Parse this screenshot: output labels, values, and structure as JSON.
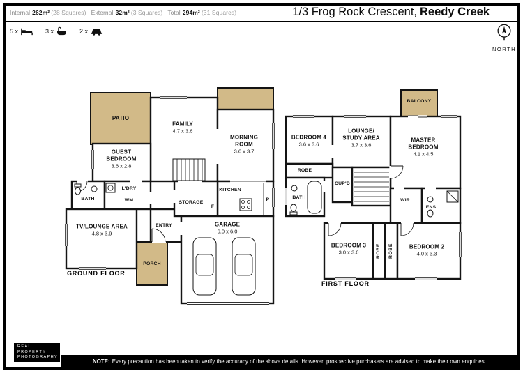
{
  "colors": {
    "outdoor_tan": "#d2ba88",
    "wall_black": "#141414",
    "footer_bg": "#000000"
  },
  "header": {
    "internal_label": "Internal",
    "internal_value": "262m²",
    "internal_note": "(28 Squares)",
    "external_label": "External",
    "external_value": "32m²",
    "external_note": "(3 Squares)",
    "total_label": "Total",
    "total_value": "294m²",
    "total_note": "(31 Squares)",
    "address_prefix": "1/3 Frog Rock Crescent,",
    "address_suburb": "Reedy Creek"
  },
  "summary": {
    "beds_count": "5 x",
    "baths_count": "3 x",
    "cars_count": "2 x"
  },
  "compass": {
    "label": "NORTH"
  },
  "ground": {
    "floor_label": "GROUND FLOOR",
    "rooms": {
      "patio": {
        "name": "PATIO"
      },
      "family": {
        "name": "FAMILY",
        "dims": "4.7 x 3.6"
      },
      "morning": {
        "name": "MORNING ROOM",
        "dims": "3.6 x 3.7"
      },
      "guest": {
        "name": "GUEST BEDROOM",
        "dims": "3.6 x 2.8"
      },
      "bath": {
        "name": "BATH"
      },
      "laundry": {
        "name": "L'DRY"
      },
      "wm": {
        "name": "WM"
      },
      "kitchen": {
        "name": "KITCHEN"
      },
      "storage": {
        "name": "STORAGE"
      },
      "entry": {
        "name": "ENTRY"
      },
      "fridge": {
        "name": "F"
      },
      "pantry": {
        "name": "P"
      },
      "tv_lounge": {
        "name": "TV/LOUNGE AREA",
        "dims": "4.8 x 3.9"
      },
      "garage": {
        "name": "GARAGE",
        "dims": "6.0 x 6.0"
      },
      "porch": {
        "name": "PORCH"
      }
    }
  },
  "first": {
    "floor_label": "FIRST FLOOR",
    "rooms": {
      "balcony": {
        "name": "BALCONY"
      },
      "bedroom4": {
        "name": "BEDROOM 4",
        "dims": "3.6 x 3.6"
      },
      "lounge_study": {
        "name": "LOUNGE/ STUDY AREA",
        "dims": "3.7 x 3.6"
      },
      "master": {
        "name": "MASTER BEDROOM",
        "dims": "4.1 x 4.5"
      },
      "robe4": {
        "name": "ROBE"
      },
      "bath": {
        "name": "BATH"
      },
      "cupboard": {
        "name": "CUP'D"
      },
      "wir": {
        "name": "WIR"
      },
      "ensuite": {
        "name": "ENS"
      },
      "bedroom3": {
        "name": "BEDROOM 3",
        "dims": "3.0 x 3.6"
      },
      "robe_a": {
        "name": "ROBE"
      },
      "robe_b": {
        "name": "ROBE"
      },
      "bedroom2": {
        "name": "BEDROOM 2",
        "dims": "4.0 x 3.3"
      }
    }
  },
  "logo": {
    "line1": "REAL",
    "line2": "PROPERTY",
    "line3": "PHOTOGRAPHY"
  },
  "footer": {
    "note_label": "NOTE:",
    "note_text": "Every precaution has been taken to verify the accuracy of the above details. However, prospective purchasers are advised to make their own enquiries."
  }
}
